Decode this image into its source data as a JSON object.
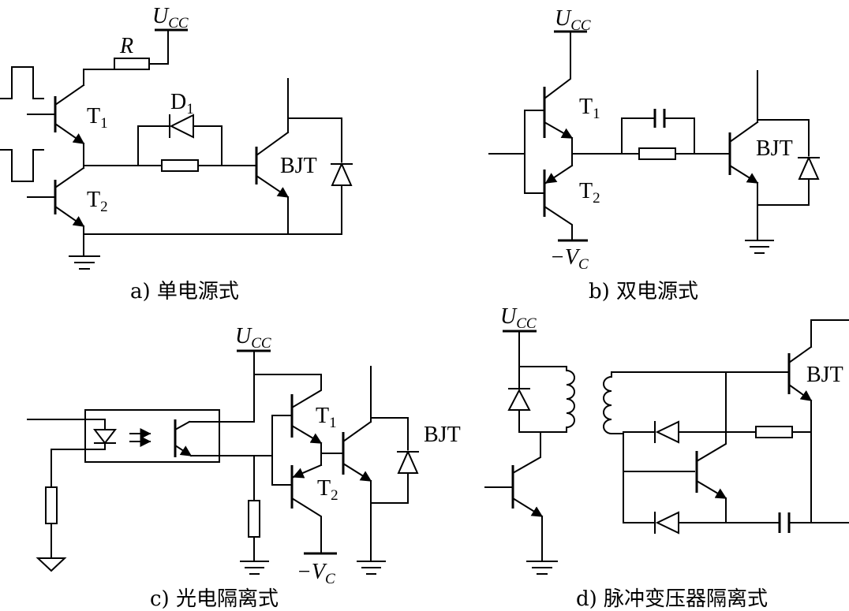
{
  "captions": {
    "a": "a) 单电源式",
    "b": "b) 双电源式",
    "c": "c) 光电隔离式",
    "d": "d) 脉冲变压器隔离式"
  },
  "supply": {
    "main": "U",
    "sub": "CC"
  },
  "neg_supply": {
    "sign": "−",
    "main": "V",
    "sub": "C"
  },
  "resistor_label": "R",
  "diode_label": {
    "main": "D",
    "sub": "1"
  },
  "t1": {
    "main": "T",
    "sub": "1"
  },
  "t2": {
    "main": "T",
    "sub": "2"
  },
  "bjt_label": "BJT"
}
